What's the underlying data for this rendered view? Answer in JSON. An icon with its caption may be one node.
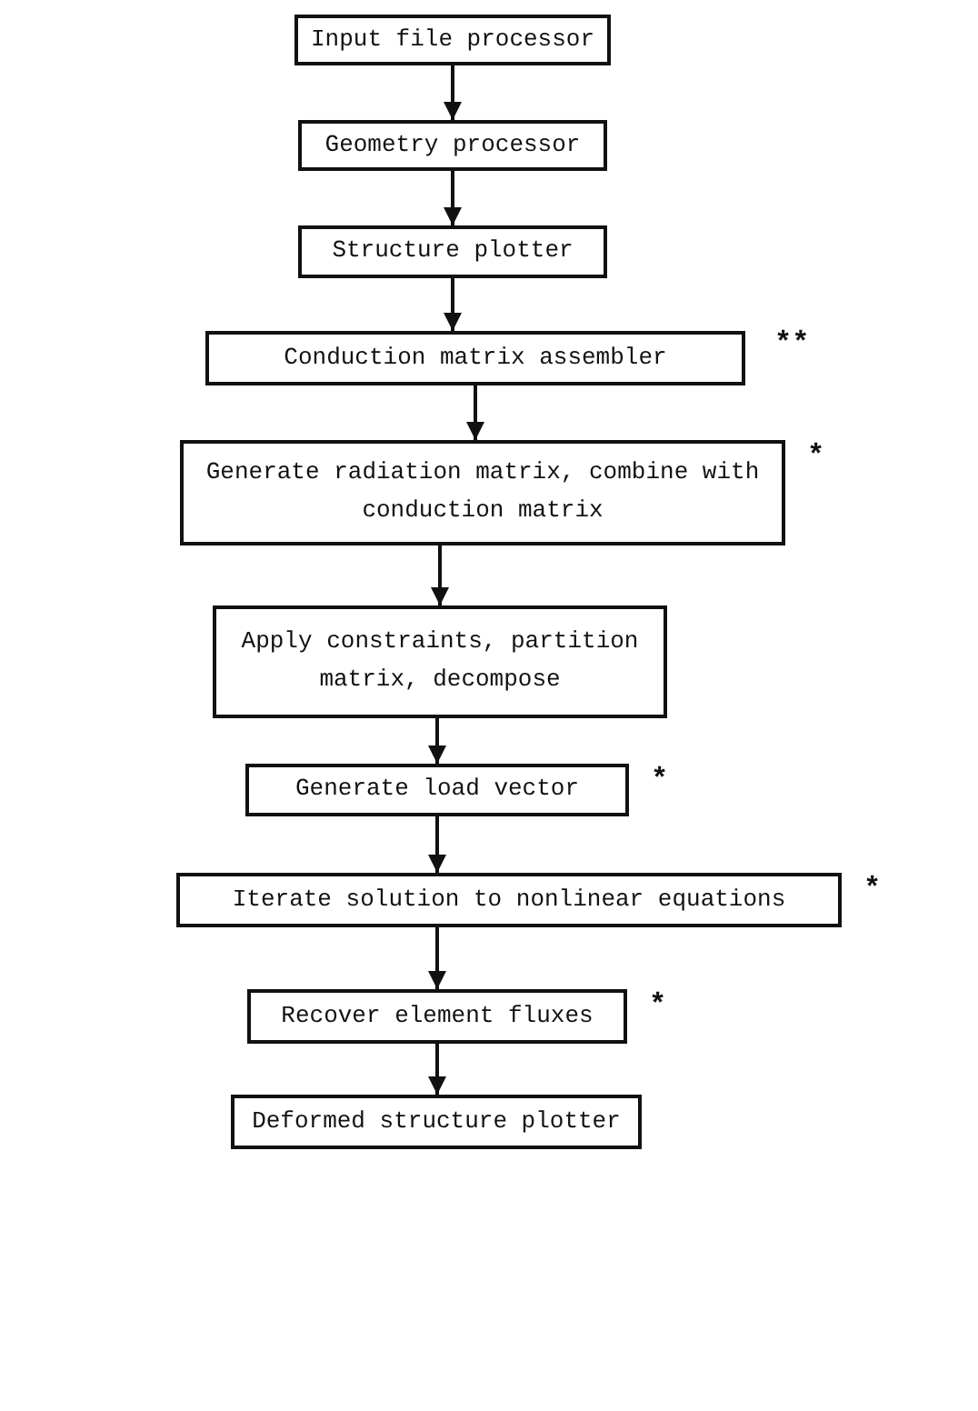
{
  "diagram": {
    "nodes": [
      {
        "text": [
          "Input file processor"
        ]
      },
      {
        "text": [
          "Geometry processor"
        ]
      },
      {
        "text": [
          "Structure plotter"
        ]
      },
      {
        "text": [
          "Conduction matrix assembler"
        ],
        "beside": [
          "**"
        ]
      },
      {
        "text": [
          "Generate radiation matrix, combine with conduction matrix"
        ],
        "beside": [
          "*"
        ]
      },
      {
        "text": [
          "Apply constraints, partition matrix, decompose"
        ]
      },
      {
        "text": [
          "Generate load vector"
        ],
        "beside": [
          "*"
        ]
      },
      {
        "text": [
          "Iterate solution to nonlinear equations"
        ],
        "beside": [
          "*"
        ]
      },
      {
        "text": [
          "Recover element fluxes"
        ],
        "beside": [
          "*"
        ]
      },
      {
        "text": [
          "Deformed structure plotter"
        ]
      }
    ],
    "edges": [
      {
        "from": 0,
        "to": 1,
        "arrow": "to"
      },
      {
        "from": 1,
        "to": 2,
        "arrow": "to"
      },
      {
        "from": 2,
        "to": 3,
        "arrow": "to"
      },
      {
        "from": 3,
        "to": 4,
        "arrow": "to"
      },
      {
        "from": 4,
        "to": 5,
        "arrow": "to"
      },
      {
        "from": 5,
        "to": 6,
        "arrow": "to"
      },
      {
        "from": 6,
        "to": 7,
        "arrow": "to"
      },
      {
        "from": 7,
        "to": 8,
        "arrow": "to"
      },
      {
        "from": 8,
        "to": 9,
        "arrow": "to"
      }
    ]
  }
}
